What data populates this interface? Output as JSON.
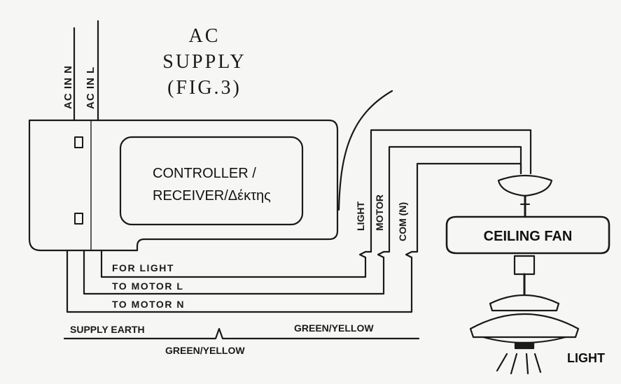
{
  "diagram": {
    "title_lines": [
      "AC",
      "SUPPLY",
      "(FIG.3)"
    ],
    "ac_in_n": "AC IN N",
    "ac_in_l": "AC IN L",
    "controller_lines": [
      "CONTROLLER /",
      "RECEIVER/Δέκτης"
    ],
    "terminals": [
      "LIGHT",
      "MOTOR",
      "COM (N)"
    ],
    "ceiling_fan": "CEILING FAN",
    "light": "LIGHT",
    "wire_labels": {
      "for_light": "FOR LIGHT",
      "to_motor_l": "TO MOTOR L",
      "to_motor_n": "TO MOTOR N",
      "supply_earth": "SUPPLY EARTH",
      "green_yellow_right": "GREEN/YELLOW",
      "green_yellow_bottom": "GREEN/YELLOW"
    }
  }
}
